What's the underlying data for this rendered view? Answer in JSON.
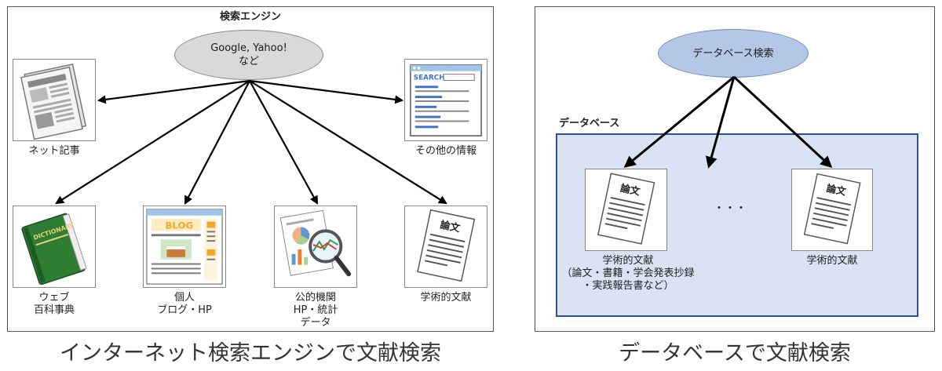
{
  "left": {
    "title": "検索エンジン",
    "engine_line1": "Google, Yahoo!",
    "engine_line2": "など",
    "items": {
      "news": "ネット記事",
      "other": "その他の情報",
      "wiki_line1": "ウェブ",
      "wiki_line2": "百科事典",
      "blog_line1": "個人",
      "blog_line2": "ブログ・HP",
      "public_line1": "公的機関",
      "public_line2": "HP・統計",
      "public_line3": "データ",
      "paper": "学術的文献"
    },
    "caption": "インターネット検索エンジンで文献検索"
  },
  "right": {
    "db_search": "データベース検索",
    "db_label": "データベース",
    "paper_line1": "学術的文献",
    "paper_line2": "（論文・書籍・学会発表抄録",
    "paper_line3": "・実践報告書など）",
    "ellipsis": "・・・",
    "paper2": "学術的文献",
    "caption": "データベースで文献検索"
  },
  "icons": {
    "paper_title": "論文",
    "search_text": "SEARCH",
    "blog_text": "BLOG",
    "dictionary_text": "DICTIONARY"
  },
  "colors": {
    "engine_ellipse": "#d9d9d9",
    "db_ellipse": "#b4c7e7",
    "database_fill": "#dae3f3",
    "database_border": "#2f528f",
    "dictionary_green": "#2e7d32",
    "blog_orange": "#f5a623"
  }
}
